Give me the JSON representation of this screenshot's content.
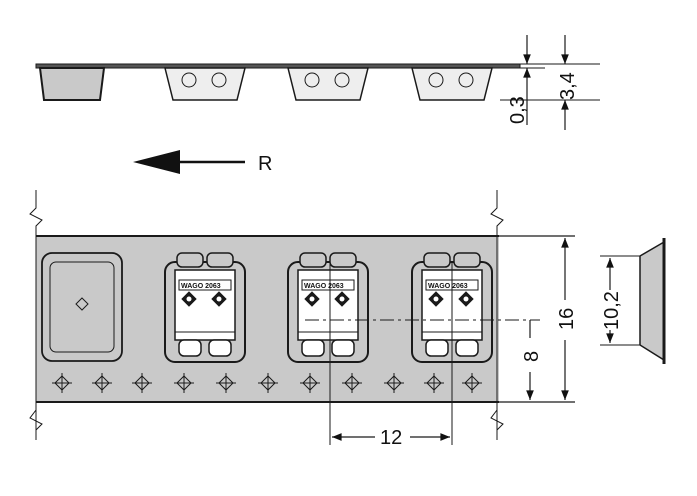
{
  "direction_label": "R",
  "component_marking": {
    "brand": "WAGO",
    "number": "2063"
  },
  "dimensions": {
    "pocket_depth": "3,4",
    "tape_thickness": "0,3",
    "tape_width": "16",
    "center_offset": "8",
    "pitch": "12",
    "side_height": "10,2"
  },
  "colors": {
    "tape": "#c9c9c9",
    "line": "#1a1a1a"
  }
}
